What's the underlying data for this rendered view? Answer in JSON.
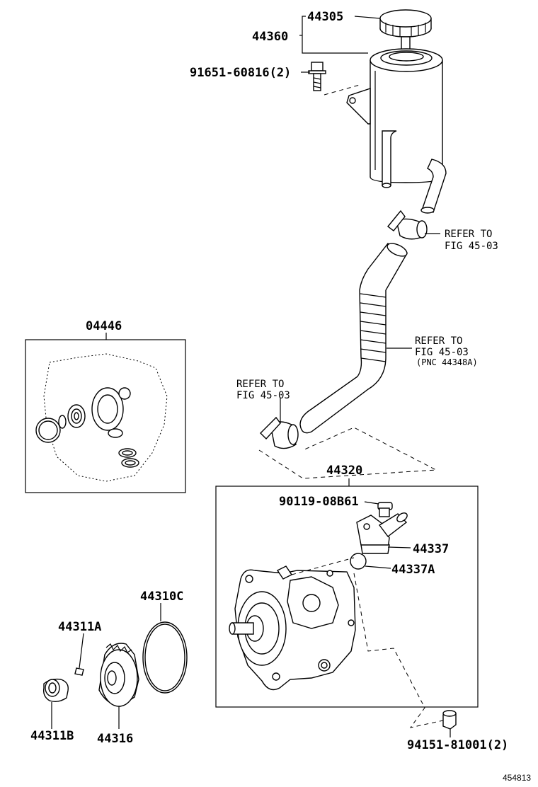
{
  "labels": {
    "p44305": "44305",
    "p44360": "44360",
    "p91651": "91651-60816(2)",
    "p04446": "04446",
    "p44320": "44320",
    "p90119": "90119-08B61",
    "p44337": "44337",
    "p44337A": "44337A",
    "p44310C": "44310C",
    "p44311A": "44311A",
    "p44311B": "44311B",
    "p44316": "44316",
    "p94151": "94151-81001(2)"
  },
  "references": {
    "ref1_line1": "REFER TO",
    "ref1_line2": "FIG 45-03",
    "ref2_line1": "REFER TO",
    "ref2_line2": "FIG 45-03",
    "ref2_line3": "(PNC 44348A)",
    "ref3_line1": "REFER TO",
    "ref3_line2": "FIG 45-03"
  },
  "diagram_id": "454813"
}
